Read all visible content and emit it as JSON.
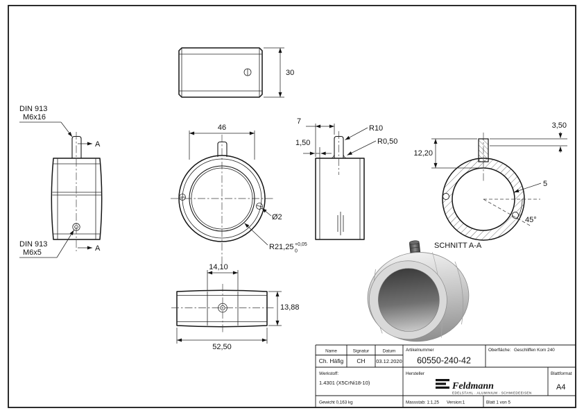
{
  "drawing": {
    "views": {
      "top": {
        "dim_height": "30"
      },
      "front": {
        "din_top_line1": "DIN 913",
        "din_top_line2": "M6x16",
        "din_bottom_line1": "DIN 913",
        "din_bottom_line2": "M6x5",
        "section_label_top": "A",
        "section_label_bottom": "A"
      },
      "circle": {
        "dim_width": "46",
        "dim_step": "1,50",
        "dim_hole_dia": "Ø2",
        "dim_bore_radius": "R21,25",
        "bore_tol_upper": "+0,05",
        "bore_tol_lower": "0"
      },
      "side": {
        "dim_offset": "7",
        "radius_top": "R10",
        "radius_fillet": "R0,50"
      },
      "section": {
        "title": "SCHNITT A-A",
        "dim_standout": "3,50",
        "dim_thread_depth": "12,20",
        "dim_wall": "5",
        "dim_angle": "45°"
      },
      "bottom": {
        "dim_band": "14,10",
        "dim_offset": "13,88",
        "dim_width": "52,50"
      }
    }
  },
  "title_block": {
    "name_label": "Name",
    "signature_label": "Signatur",
    "date_label": "Datum",
    "name_value": "Ch. Häfig",
    "signature_value": "CH",
    "date_value": "03.12.2020",
    "article_label": "Artikelnummer",
    "article_value": "60550-240-42",
    "surface_label": "Oberfläche:",
    "surface_value": "Geschliffen Korn 240",
    "material_label": "Werkstoff:",
    "material_value": "1.4301 (X5CrNi18-10)",
    "manufacturer_label": "Hersteller",
    "logo_text": "Feldmann",
    "logo_subtext": "EDELSTAHL · ALUMINIUM · SCHMIEDEEISEN",
    "format_label": "Blattformat",
    "format_value": "A4",
    "weight": "Gewicht 0,163 kg",
    "scale": "Massstab: 1:1,25",
    "version": "Version:1",
    "sheet": "Blatt 1 von 5"
  }
}
